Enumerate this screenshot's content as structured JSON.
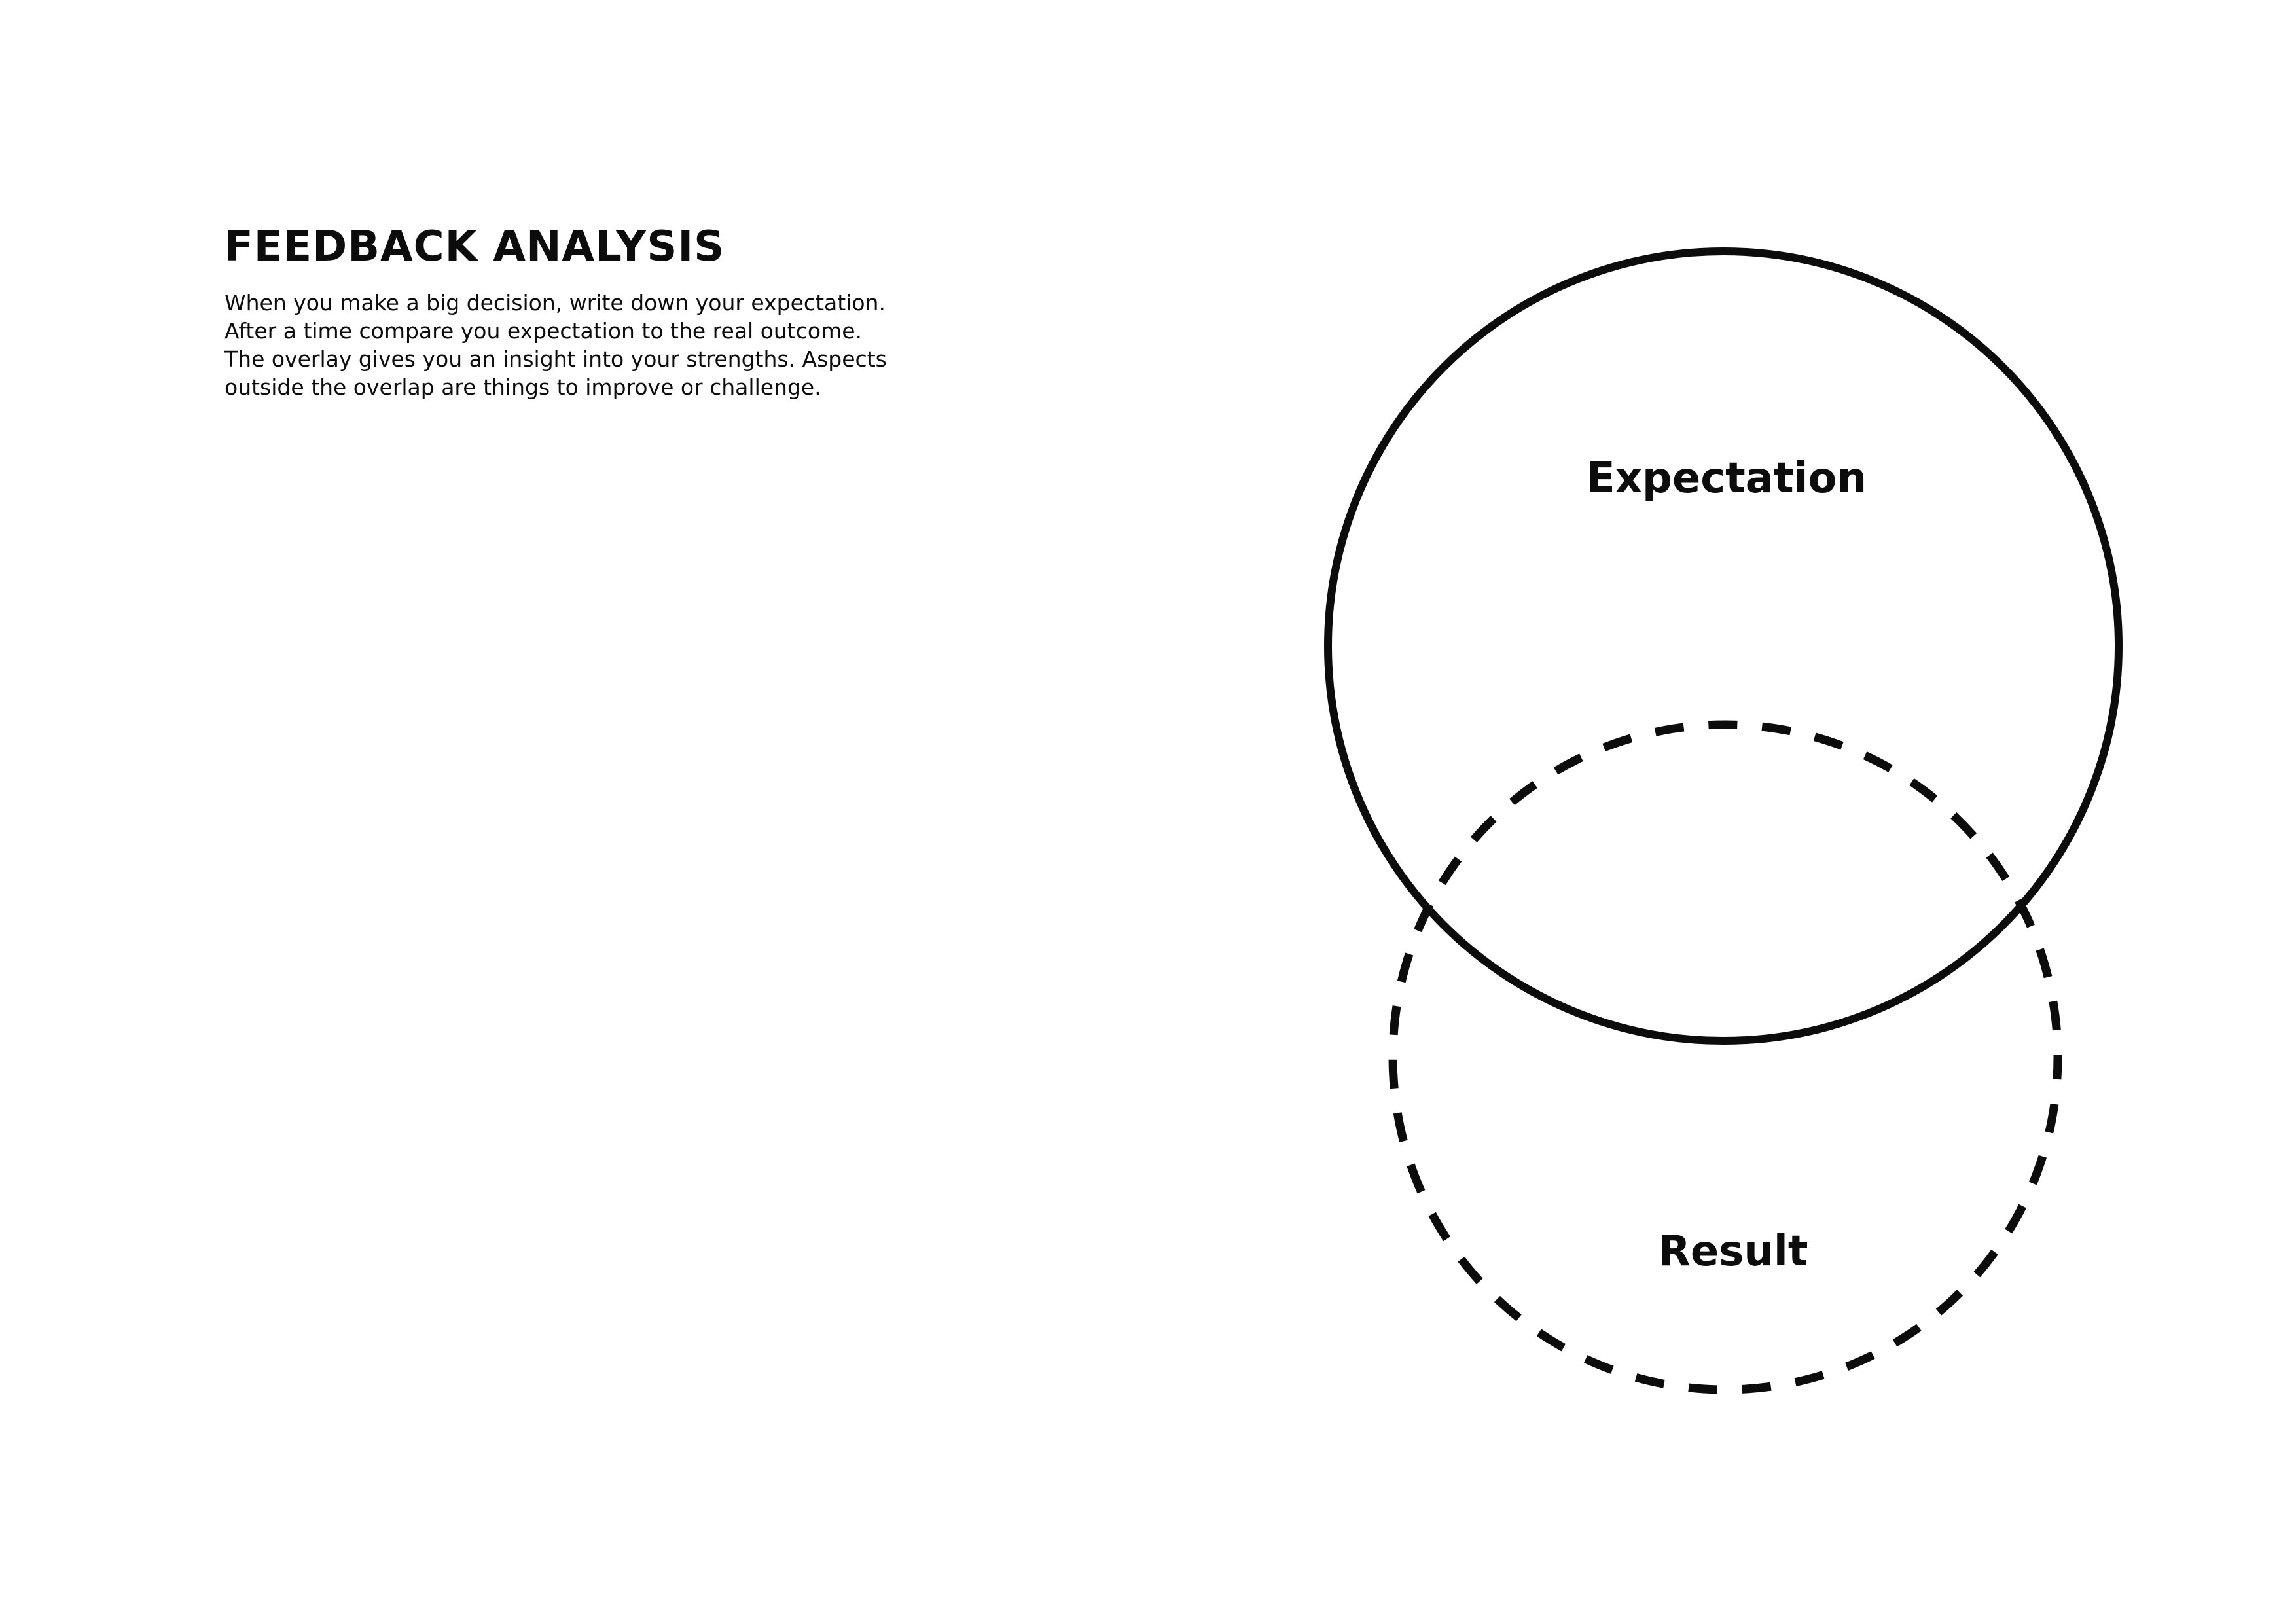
{
  "heading": {
    "title": "FEEDBACK ANALYSIS",
    "description_lines": [
      "When you make a big decision, write down your expectation.",
      "After a time compare you expectation to the real outcome.",
      "The overlay gives you an insight into your strengths. Aspects",
      "outside the overlap are things to improve or challenge."
    ]
  },
  "diagram": {
    "circles": [
      {
        "label": "Expectation",
        "stroke_style": "solid",
        "stroke_color": "#0c0c0c"
      },
      {
        "label": "Result",
        "stroke_style": "dashed",
        "stroke_color": "#0c0c0c"
      }
    ]
  }
}
